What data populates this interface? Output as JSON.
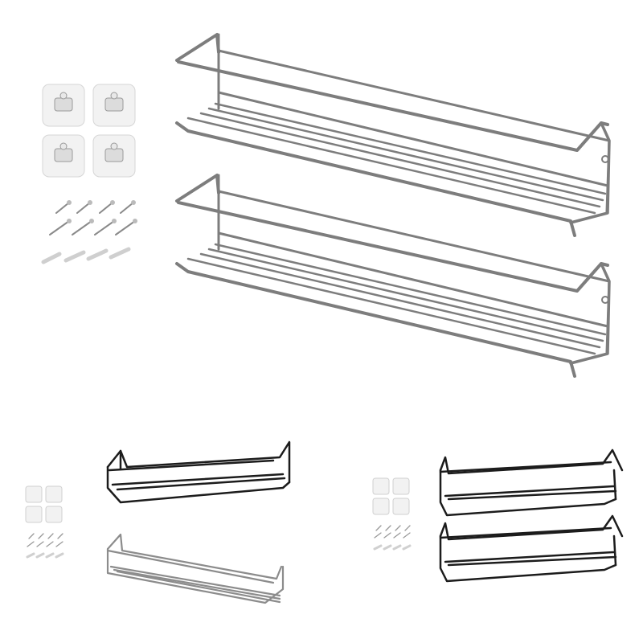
{
  "image": {
    "background": "#ffffff",
    "colors": {
      "chrome_dark": "#7a7a7a",
      "chrome_light": "#e6e6e6",
      "black_rack": "#1c1c1c",
      "hook_fill": "#f2f2f2",
      "hook_border": "#d6d6d6"
    },
    "main_variant": {
      "finish": "chrome",
      "rack_count": 2,
      "hook_count": 4,
      "screw_count": 8,
      "anchor_count": 4
    },
    "variants": [
      {
        "finish": "black + chrome",
        "rack_count": 2,
        "hook_count": 4
      },
      {
        "finish": "black",
        "rack_count": 2,
        "hook_count": 4
      }
    ]
  }
}
